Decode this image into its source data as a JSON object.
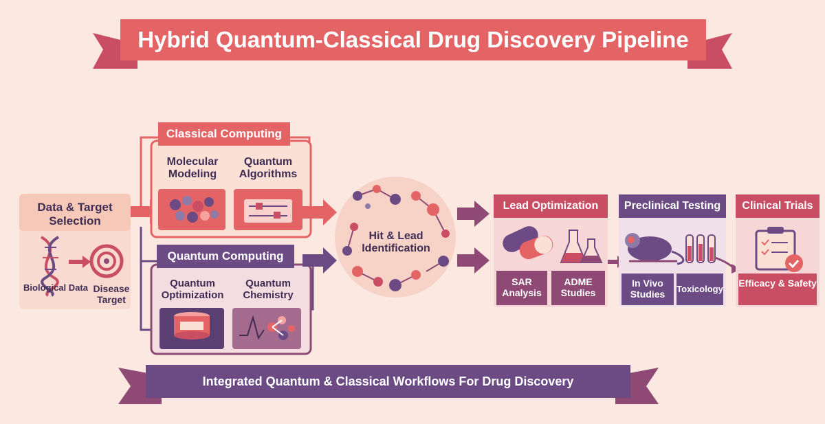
{
  "title": "Hybrid Quantum-Classical Drug Discovery Pipeline",
  "footer": "Integrated Quantum & Classical Workflows For Drug Discovery",
  "data_target": {
    "heading": "Data & Target Selection",
    "biological_data": "Biological Data",
    "disease_target": "Disease Target"
  },
  "classical": {
    "heading": "Classical Computing",
    "molecular_modeling": "Molecular Modeling",
    "quantum_algorithms": "Quantum Algorithms"
  },
  "quantum": {
    "heading": "Quantum Computing",
    "quantum_optimization": "Quantum Optimization",
    "quantum_chemistry": "Quantum Chemistry"
  },
  "hit_lead": "Hit & Lead Identification",
  "lead_optimization": {
    "heading": "Lead Optimization",
    "sar": "SAR Analysis",
    "adme": "ADME Studies"
  },
  "preclinical": {
    "heading": "Preclinical Testing",
    "in_vivo": "In Vivo Studies",
    "toxicology": "Toxicology"
  },
  "clinical": {
    "heading": "Clinical Trials",
    "efficacy": "Efficacy & Safety"
  },
  "icons": [
    "dna-icon",
    "target-icon",
    "molecule-grid-icon",
    "quantum-circuit-icon",
    "quantum-chip-icon",
    "chemistry-graph-icon",
    "molecule-network-icon",
    "pills-icon",
    "flasks-icon",
    "mouse-icon",
    "test-tubes-icon",
    "clipboard-check-icon"
  ],
  "colors": {
    "background": "#fbe9e1",
    "red": "#e46466",
    "purple": "#6c4b84",
    "deep_purple": "#8e4a74",
    "text": "#3e2c52"
  }
}
